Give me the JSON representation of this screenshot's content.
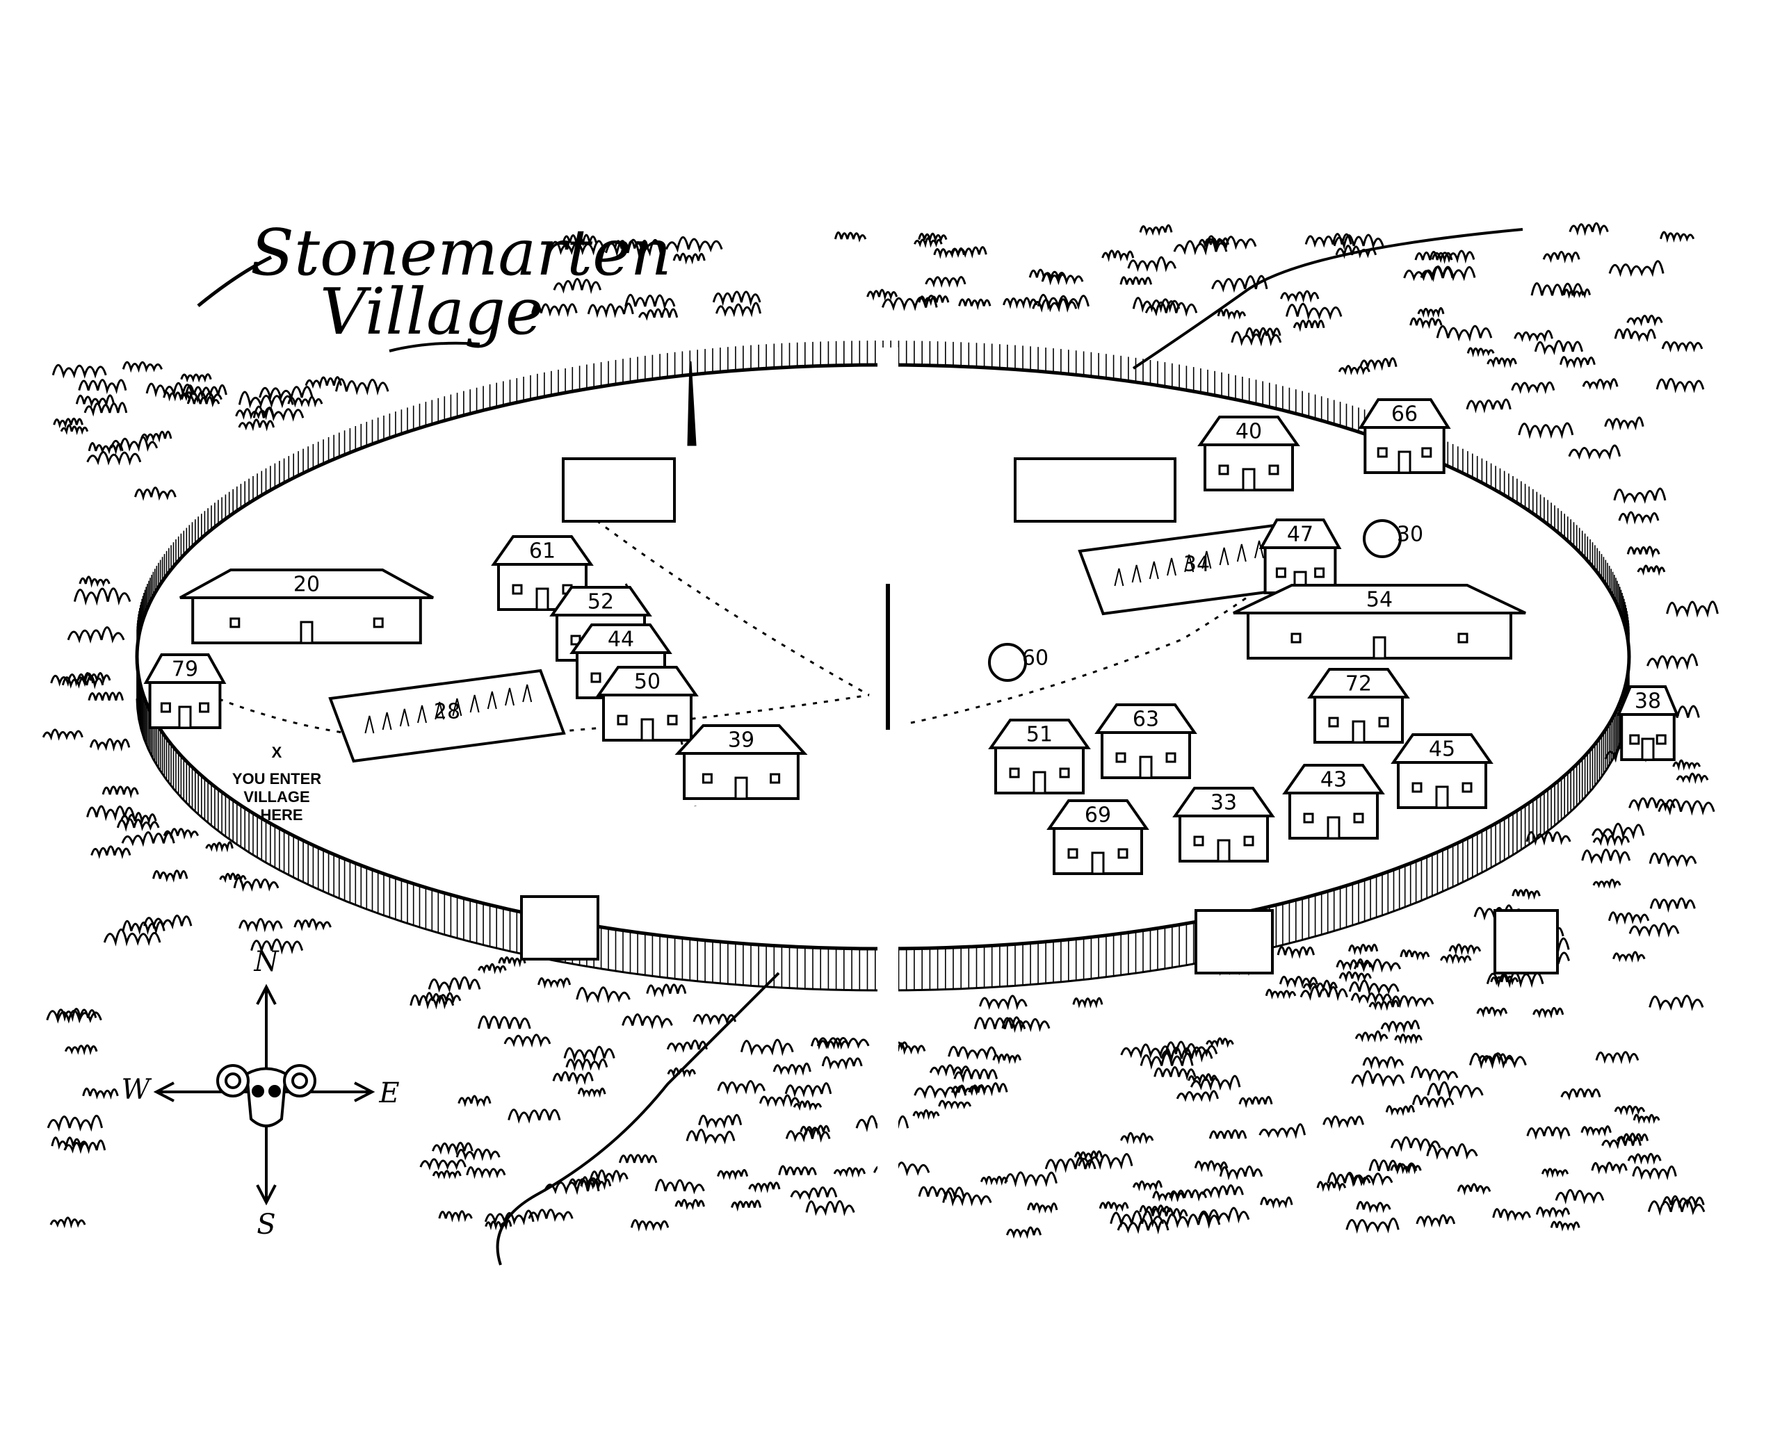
{
  "map": {
    "title_line1": "Stonemarten",
    "title_line2": "Village",
    "entrance_note": [
      "YOU ENTER",
      "VILLAGE",
      "HERE"
    ],
    "entrance_mark": "X",
    "compass": {
      "north": "N",
      "east": "E",
      "south": "S",
      "west": "W"
    },
    "locations": [
      {
        "number": "20"
      },
      {
        "number": "61"
      },
      {
        "number": "52"
      },
      {
        "number": "44"
      },
      {
        "number": "50"
      },
      {
        "number": "39"
      },
      {
        "number": "28"
      },
      {
        "number": "79"
      },
      {
        "number": "40"
      },
      {
        "number": "66"
      },
      {
        "number": "34"
      },
      {
        "number": "47"
      },
      {
        "number": "30"
      },
      {
        "number": "54"
      },
      {
        "number": "60"
      },
      {
        "number": "72"
      },
      {
        "number": "51"
      },
      {
        "number": "63"
      },
      {
        "number": "38"
      },
      {
        "number": "45"
      },
      {
        "number": "43"
      },
      {
        "number": "33"
      },
      {
        "number": "69"
      }
    ]
  }
}
